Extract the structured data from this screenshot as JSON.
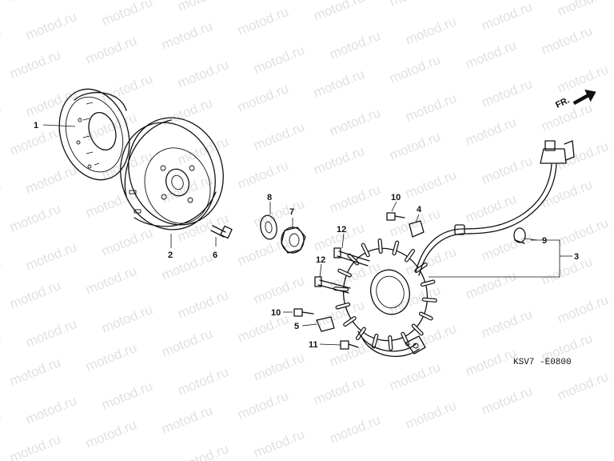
{
  "watermark": "motod.ru",
  "direction_label": "FR.",
  "diagram_code": "KSV7 -E0800",
  "callouts": [
    {
      "id": "c1",
      "label": "1"
    },
    {
      "id": "c2",
      "label": "2"
    },
    {
      "id": "c3",
      "label": "3"
    },
    {
      "id": "c4",
      "label": "4"
    },
    {
      "id": "c5",
      "label": "5"
    },
    {
      "id": "c6",
      "label": "6"
    },
    {
      "id": "c7",
      "label": "7"
    },
    {
      "id": "c8",
      "label": "8"
    },
    {
      "id": "c9",
      "label": "9"
    },
    {
      "id": "c10a",
      "label": "10"
    },
    {
      "id": "c10b",
      "label": "10"
    },
    {
      "id": "c11",
      "label": "11"
    },
    {
      "id": "c12a",
      "label": "12"
    },
    {
      "id": "c12b",
      "label": "12"
    }
  ]
}
